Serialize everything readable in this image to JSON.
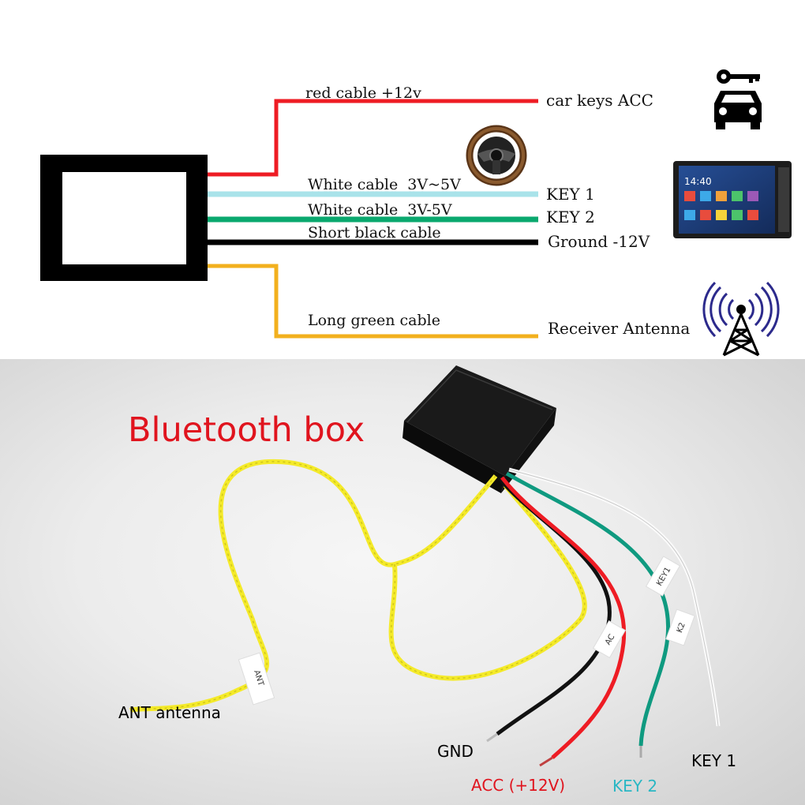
{
  "colors": {
    "red_wire": "#ee1c24",
    "light_blue_wire": "#a9e3ea",
    "green_wire": "#0aa86e",
    "black_wire": "#000000",
    "orange_wire": "#f2b01e",
    "yellow_wire": "#f4ea2a",
    "teal_wire": "#0f9a80",
    "label_red": "#e0141e",
    "label_teal": "#2ab7c4"
  },
  "wires": [
    {
      "id": "red",
      "label": "red cable +12v",
      "destination": "car keys ACC",
      "icon": "car-key-icon"
    },
    {
      "id": "white1",
      "label": "White cable  3V~5V",
      "destination": "KEY 1",
      "icon": "steering-wheel-icon"
    },
    {
      "id": "white2",
      "label": "White cable  3V-5V",
      "destination": "KEY 2",
      "icon": "car-stereo-icon"
    },
    {
      "id": "black",
      "label": "Short black cable",
      "destination": "Ground -12V"
    },
    {
      "id": "orange",
      "label": "Long green cable",
      "destination": "Receiver Antenna",
      "icon": "antenna-icon"
    }
  ],
  "photo": {
    "title": "Bluetooth box",
    "labels": {
      "ant": "ANT antenna",
      "gnd": "GND",
      "acc": "ACC (+12V)",
      "key2": "KEY 2",
      "key1": "KEY 1"
    },
    "tags": {
      "ant": "ANT",
      "key1": "KEY1",
      "key2": "K2",
      "acc": "AC"
    }
  },
  "stereo_screen": {
    "clock": "14:40"
  }
}
